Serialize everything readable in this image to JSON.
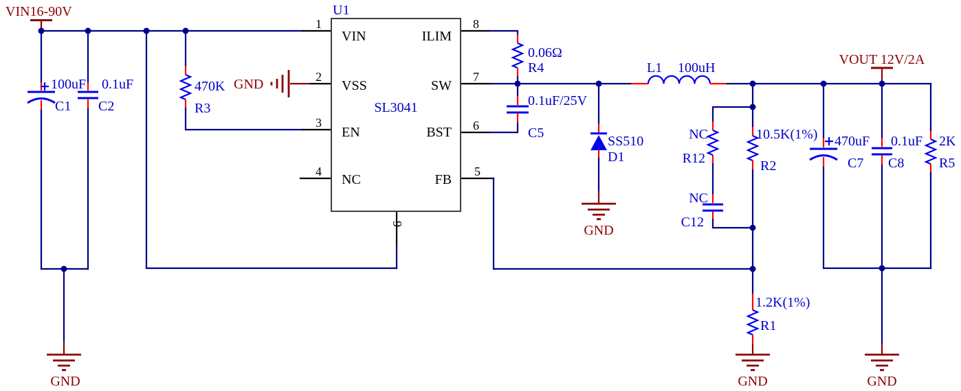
{
  "colors": {
    "background": "#FFFFFF",
    "wire": "#00008B",
    "component": "#0000EE",
    "label": "#0000C8",
    "net_label": "#8B0000",
    "terminal": "#FF0000",
    "pin": "#000000",
    "chip_border": "#3F3F3F"
  },
  "nets": {
    "vin": "VIN16-90V",
    "vout": "VOUT 12V/2A",
    "gnd": "GND"
  },
  "chip": {
    "ref": "U1",
    "part": "SL3041",
    "pins": [
      {
        "num": "1",
        "name": "VIN"
      },
      {
        "num": "2",
        "name": "VSS"
      },
      {
        "num": "3",
        "name": "EN"
      },
      {
        "num": "4",
        "name": "NC"
      },
      {
        "num": "5",
        "name": "FB"
      },
      {
        "num": "6",
        "name": "BST"
      },
      {
        "num": "7",
        "name": "SW"
      },
      {
        "num": "8",
        "name": "ILIM"
      },
      {
        "num": "9",
        "name": ""
      }
    ]
  },
  "components": {
    "c1": {
      "ref": "C1",
      "value": "100uF",
      "polarity": "+"
    },
    "c2": {
      "ref": "C2",
      "value": "0.1uF"
    },
    "r3": {
      "ref": "R3",
      "value": "470K"
    },
    "r4": {
      "ref": "R4",
      "value": "0.06Ω"
    },
    "c5": {
      "ref": "C5",
      "value": "0.1uF/25V"
    },
    "d1": {
      "ref": "D1",
      "value": "SS510"
    },
    "l1": {
      "ref": "L1",
      "value": "100uH"
    },
    "r12": {
      "ref": "R12",
      "value": "NC"
    },
    "r2": {
      "ref": "R2",
      "value": "10.5K(1%)"
    },
    "c12": {
      "ref": "C12",
      "value": "NC"
    },
    "c7": {
      "ref": "C7",
      "value": "470uF",
      "polarity": "+"
    },
    "c8": {
      "ref": "C8",
      "value": "0.1uF"
    },
    "r5": {
      "ref": "R5",
      "value": "2K"
    },
    "r1": {
      "ref": "R1",
      "value": "1.2K(1%)"
    }
  }
}
